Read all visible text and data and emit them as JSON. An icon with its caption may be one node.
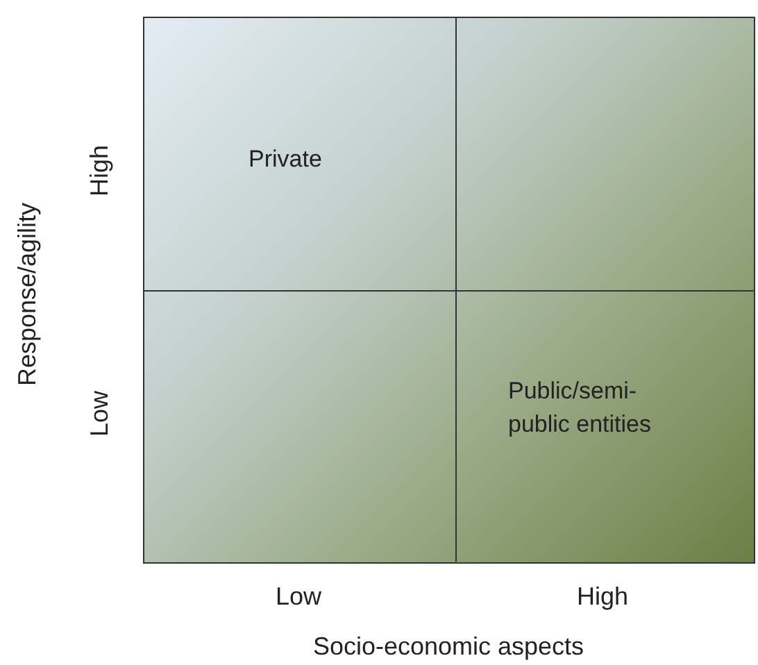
{
  "diagram": {
    "nodes": [
      {
        "text": [
          "Private"
        ]
      },
      {
        "text": [],
        "shape": "box"
      },
      {
        "text": [],
        "shape": "box"
      },
      {
        "text": [
          "Public/semi-public entities"
        ]
      }
    ],
    "labels": [
      "High",
      "Low",
      "Response/agility",
      "Low",
      "High",
      "Socio-economic aspects"
    ]
  }
}
